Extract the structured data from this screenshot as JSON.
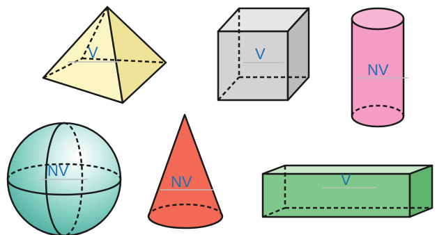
{
  "shapes": [
    {
      "id": "pyramid",
      "label": "V",
      "fill": "#fbf5c4"
    },
    {
      "id": "cube",
      "label": "V",
      "fill": "#d3d3d3"
    },
    {
      "id": "cylinder",
      "label": "NV",
      "fill": "#f49cc5"
    },
    {
      "id": "sphere",
      "label": "NV",
      "fill": "#7fcdbf"
    },
    {
      "id": "cone",
      "label": "NV",
      "fill": "#f26a55"
    },
    {
      "id": "prism",
      "label": "V",
      "fill": "#7fc88a"
    }
  ],
  "colors": {
    "label": "#1f6fb5",
    "label_line": "#bdbdbd",
    "outline": "#1a1a1a"
  }
}
